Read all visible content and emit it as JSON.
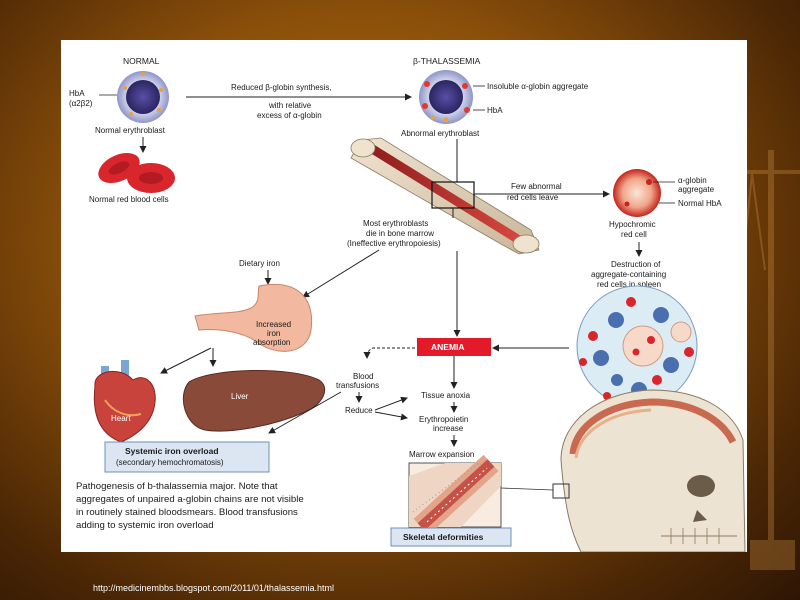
{
  "diagram": {
    "normal_heading": "NORMAL",
    "thal_heading": "β-THALASSEMIA",
    "hba_label_line1": "HbA",
    "hba_label_line2": "(α2β2)",
    "normal_erythroblast": "Normal erythroblast",
    "normal_rbc": "Normal red blood cells",
    "reduced_synthesis_line1": "Reduced β-globin synthesis,",
    "reduced_synthesis_line2": "with relative",
    "reduced_synthesis_line3": "excess of α-globin",
    "insoluble_aggregate": "Insoluble α-globin aggregate",
    "hba_right": "HbA",
    "abnormal_erythroblast": "Abnormal erythroblast",
    "few_abnormal_line1": "Few abnormal",
    "few_abnormal_line2": "red cells leave",
    "alpha_aggregate_line1": "α-globin",
    "alpha_aggregate_line2": "aggregate",
    "normal_hba": "Normal HbA",
    "hypochromic_line1": "Hypochromic",
    "hypochromic_line2": "red cell",
    "most_die_line1": "Most erythroblasts",
    "most_die_line2": "die in bone marrow",
    "most_die_line3": "(Ineffective erythropoiesis)",
    "dietary_iron": "Dietary iron",
    "increased_line1": "Increased",
    "increased_line2": "iron",
    "increased_line3": "absorption",
    "destruction_line1": "Destruction of",
    "destruction_line2": "aggregate-containing",
    "destruction_line3": "red cells in spleen",
    "anemia": "ANEMIA",
    "blood_transfusions_line1": "Blood",
    "blood_transfusions_line2": "transfusions",
    "reduce": "Reduce",
    "tissue_anoxia": "Tissue anoxia",
    "erythropoietin_line1": "Erythropoietin",
    "erythropoietin_line2": "increase",
    "marrow_expansion": "Marrow expansion",
    "heart": "Heart",
    "liver": "Liver",
    "iron_overload_line1": "Systemic iron overload",
    "iron_overload_line2": "(secondary hemochromatosis)",
    "skeletal_deformities": "Skeletal deformities"
  },
  "caption": {
    "line1": "Pathogenesis of b-thalassemia major. Note that",
    "line2": "aggregates of unpaired a-globin chains are not visible",
    "line3": "in routinely stained bloodsmears. Blood transfusions",
    "line4": "adding to systemic iron overload"
  },
  "source_url": "http://medicinembbs.blogspot.com/2011/01/thalassemia.html",
  "colors": {
    "anemia_box": "#e21a2a",
    "overload_box": "#dbe6f2",
    "rbc": "#d8262c",
    "organ_pink": "#f2b8a0",
    "liver": "#8a4a3a"
  }
}
